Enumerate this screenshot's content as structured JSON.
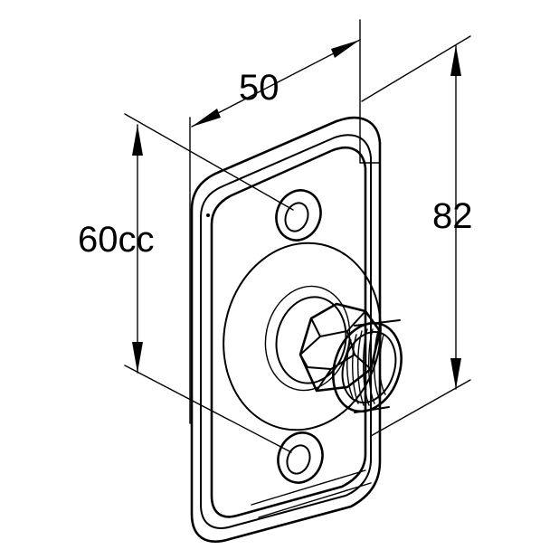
{
  "drawing": {
    "colors": {
      "line": "#000000",
      "background": "#ffffff"
    },
    "dimensions": {
      "width": "50",
      "hole_spacing": "60cc",
      "height": "82"
    }
  }
}
